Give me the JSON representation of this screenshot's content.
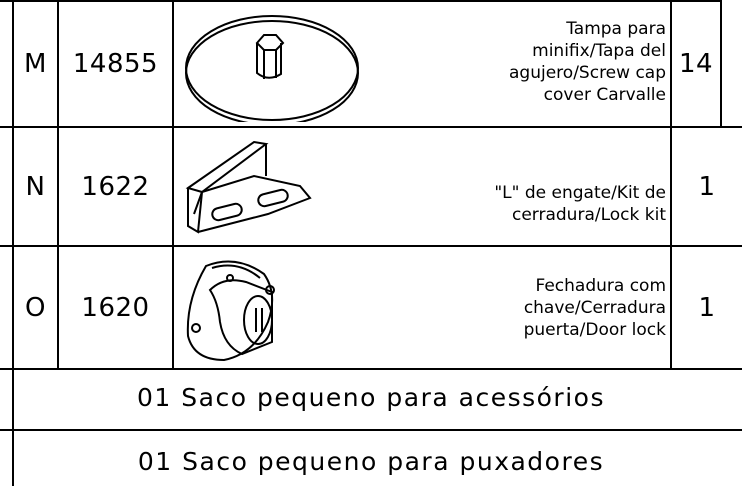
{
  "parts": [
    {
      "letter": "M",
      "code": "14855",
      "description": "Tampa para\nminifix/Tapa del\nagujero/Screw cap\ncover  Carvalle",
      "quantity": "14",
      "icon": "screw-cap-cover-icon"
    },
    {
      "letter": "N",
      "code": "1622",
      "description": "\"L\" de engate/Kit de\ncerradura/Lock kit",
      "quantity": "1",
      "icon": "lock-kit-bracket-icon"
    },
    {
      "letter": "O",
      "code": "1620",
      "description": "Fechadura com\nchave/Cerradura\npuerta/Door lock",
      "quantity": "1",
      "icon": "door-lock-icon"
    }
  ],
  "notes": [
    "01  Saco  pequeno  para  acessórios",
    "01  Saco  pequeno  para  puxadores"
  ]
}
